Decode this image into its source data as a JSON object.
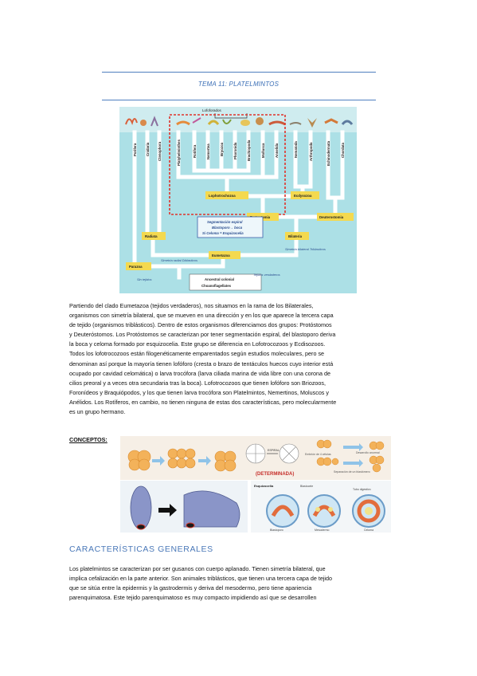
{
  "header": {
    "title": "TEMA 11: PLATELMINTOS"
  },
  "phylogeny": {
    "top_group": "Lofoforados",
    "taxa": [
      "Porifera",
      "Cnidaria",
      "Ctenophora",
      "Platyhelminthes",
      "Rotifera",
      "Nemertea",
      "Bryozoa",
      "Phoronida",
      "Brachiopoda",
      "Mollusca",
      "Annelida",
      "Nematoda",
      "Arthropoda",
      "Echinodermata",
      "Chordata"
    ],
    "nodes": {
      "lophotrochozoa": "Lophotrochozoa",
      "ecdysozoa": "Ecdysozoa",
      "protostomia": "Protostomia",
      "deuterostomia": "Deuterostomia",
      "radiata": "Radiata",
      "bilateria": "Bilateria",
      "parazoa": "Parazoa",
      "eumetazoa": "Eumetazoa",
      "ancestor_line1": "Ancestral colonial",
      "ancestor_line2": "Choanoflagellates"
    },
    "annotations": {
      "spiral_box_line1": "Segmentación espiral",
      "spiral_box_line2": "Blastoporo→ boca",
      "spiral_box_line3": "Si Celoma = Esquizocelia",
      "radial": "Simetria radial Diblasticos",
      "bilateral": "Simetria bilateral Triblasticos",
      "sin_tejidos": "Sin tejidos",
      "tejidos_verdaderos": "Tejidos verdaderos"
    }
  },
  "intro": {
    "lines": [
      "Partiendo del clado Eumetazoa (tejidos verdaderos), nos situamos en la rama de los Bilaterales,",
      "organismos con simetría bilateral, que se mueven en una dirección y en los que aparece la tercera capa",
      "de tejido (organismos triblásticos). Dentro de estos organismos diferenciamos dos grupos: Protóstomos",
      "y Deuteróstomos. Los Protóstomos se caracterizan por tener segmentación espiral, del blastoporo deriva",
      "la boca y celoma formado por esquizocelia. Este grupo se diferencia en Lofotrocozoos y Ecdisozoos.",
      "Todos los lofotrocozoos están filogenéticamente emparentados según estudios moleculares, pero se",
      "denominan así porque la mayoría tienen lofóforo (cresta o brazo de tentáculos huecos cuyo interior está",
      "ocupado por cavidad celomática) o larva trocófora (larva ciliada marina de vida libre con una corona de",
      "cilios preoral y a veces otra secundaria tras la boca). Lofotrocozoos que tienen lofóforo son Briozoos,",
      "Foronídeos y Braquiópodos, y los que tienen larva trocófora son Platelmintos, Nemertinos, Moluscos y",
      "Anélidos. Los Rotíferos, en cambio, no tienen ninguna de estas dos características, pero molecularmente",
      "es un grupo hermano."
    ]
  },
  "conceptos": {
    "label": "CONCEPTOS:"
  },
  "cleavage_figure": {
    "espiral": "ESPIRAL",
    "determinada": "(DETERMINADA)",
    "embrion": "Embrión de 4 células",
    "separacion": "Separación de un blastómero",
    "desarrollo": "Desarrollo anormal"
  },
  "coelom_figure": {
    "esquizocelia": "Esquizocelia",
    "blastocele": "Blastocele",
    "tubo_digestivo": "Tubo digestivo",
    "blastoporo": "Blastoporo",
    "mesodermo": "Mesodermo",
    "celoma": "Celoma"
  },
  "section": {
    "heading": "CARACTERÍSTICAS GENERALES"
  },
  "caracteristicas": {
    "lines": [
      "Los platelmintos se caracterizan por ser gusanos con cuerpo aplanado. Tienen simetría bilateral, que",
      "implica cefalización en la parte anterior. Son animales triblásticos, que tienen una tercera capa de tejido",
      "que se sitúa entre la epidermis y la gastrodermis y deriva del mesodermo, pero tiene apariencia",
      "parenquimatosa. Este tejido parenquimatoso es muy compacto impidiendo así que se desarrollen"
    ]
  }
}
